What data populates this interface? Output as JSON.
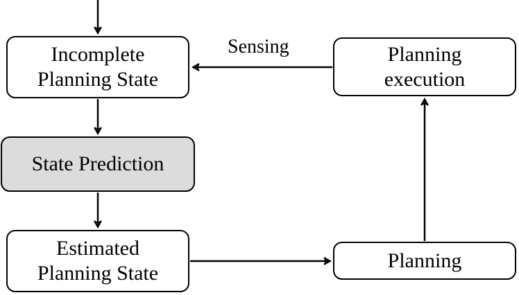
{
  "nodes": {
    "incomplete_state": {
      "line1": "Incomplete",
      "line2": "Planning State"
    },
    "state_prediction": {
      "label": "State Prediction",
      "fill": "#dcdcdc"
    },
    "estimated_state": {
      "line1": "Estimated",
      "line2": "Planning State"
    },
    "planning_execution": {
      "line1": "Planning",
      "line2": "execution"
    },
    "planning": {
      "label": "Planning"
    }
  },
  "edges": {
    "sensing_label": "Sensing"
  },
  "colors": {
    "stroke": "#000000",
    "background": "#ffffff",
    "highlight_fill": "#dcdcdc"
  }
}
